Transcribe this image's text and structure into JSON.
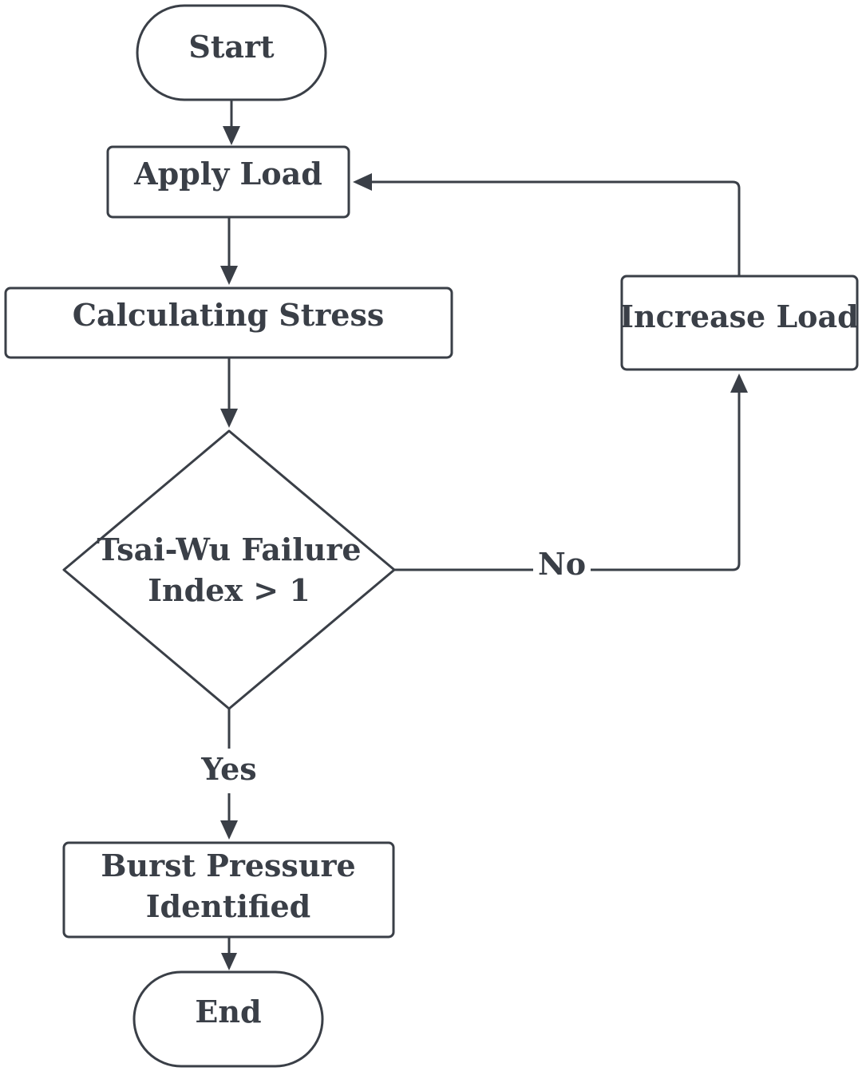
{
  "flowchart": {
    "nodes": {
      "start": {
        "label": "Start"
      },
      "apply_load": {
        "label": "Apply Load"
      },
      "calculating_stress": {
        "label": "Calculating Stress"
      },
      "decision": {
        "line1": "Tsai-Wu Failure",
        "line2": "Index > 1"
      },
      "increase_load": {
        "label": "Increase Load"
      },
      "burst_pressure": {
        "line1": "Burst Pressure",
        "line2": "Identified"
      },
      "end": {
        "label": "End"
      }
    },
    "edges": {
      "no_label": "No",
      "yes_label": "Yes"
    }
  },
  "colors": {
    "stroke": "#3a3f47",
    "text": "#3a3f47",
    "background": "#ffffff"
  }
}
